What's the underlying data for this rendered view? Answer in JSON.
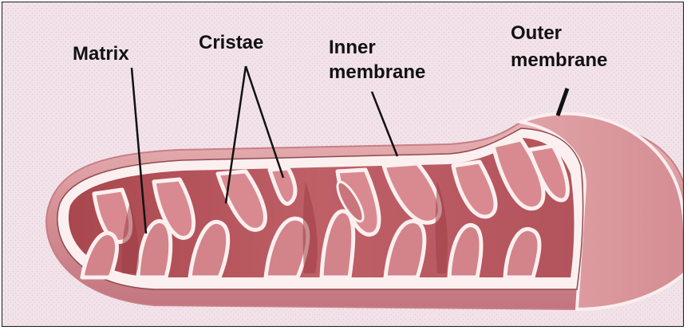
{
  "labels": {
    "matrix": "Matrix",
    "cristae": "Cristae",
    "inner_membrane_line1": "Inner",
    "inner_membrane_line2": "membrane",
    "outer_membrane_line1": "Outer",
    "outer_membrane_line2": "membrane"
  },
  "colors": {
    "background": "#f2e3ea",
    "outer_membrane": "#d8999f",
    "membrane_edge": "#fdf3f2",
    "inner_cavity": "#b9585f",
    "cristae_fold": "#d98a90",
    "matrix_dark": "#9e3e46",
    "label_text": "#111111"
  }
}
